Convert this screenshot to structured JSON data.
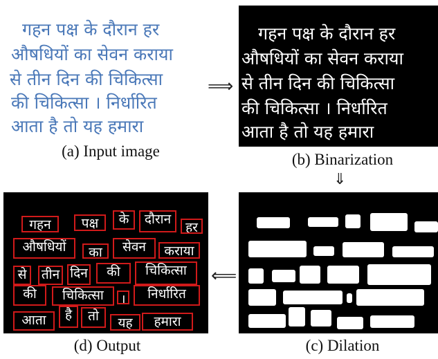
{
  "captions": {
    "a": "(a) Input image",
    "b": "(b) Binarization",
    "c": "(c) Dilation",
    "d": "(d) Output"
  },
  "lines": [
    "गहन पक्ष के दौरान हर",
    "औषधियों का सेवन कराया",
    "से तीन दिन की चिकित्सा",
    "की चिकित्सा । निर्धारित",
    "आता है तो यह हमारा"
  ],
  "words": [
    [
      "गहन",
      "पक्ष",
      "के",
      "दौरान",
      "हर"
    ],
    [
      "औषधियों",
      "का",
      "सेवन",
      "कराया"
    ],
    [
      "से",
      "तीन",
      "दिन",
      "की",
      "चिकित्सा"
    ],
    [
      "की",
      "चिकित्सा",
      "।",
      "निर्धारित"
    ],
    [
      "आता",
      "है",
      "तो",
      "यह",
      "हमारा"
    ]
  ],
  "arrows": {
    "a_to_b": "⟹",
    "b_to_c": "⇓",
    "c_to_d": "⟸"
  },
  "colors": {
    "ink": "#4a78b8",
    "box": "#d11a1a",
    "background_dark": "#000000"
  }
}
